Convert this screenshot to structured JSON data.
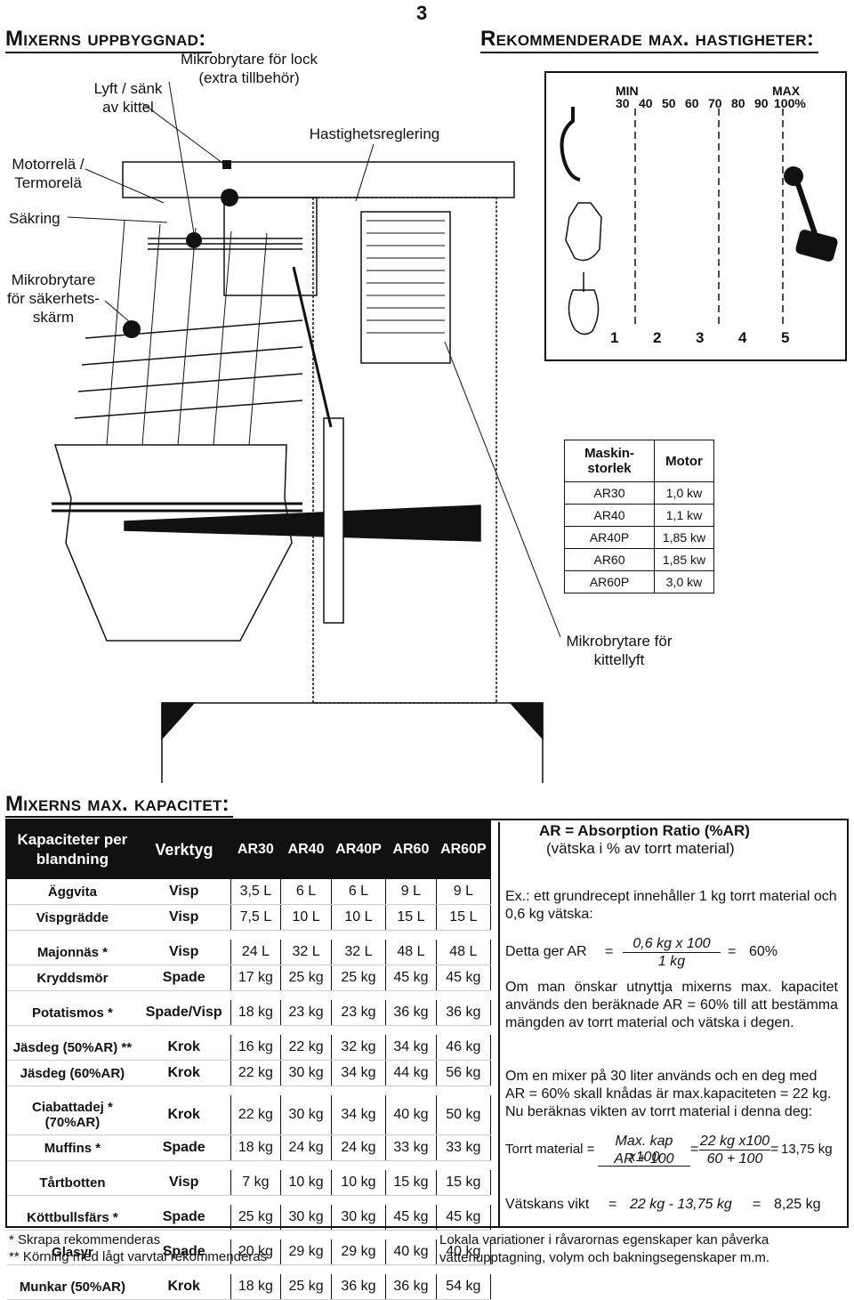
{
  "page_number": "3",
  "left_heading": "Mixerns uppbyggnad:",
  "right_heading": "Rekommenderade max. hastigheter:",
  "labels": {
    "lift": "Lyft / sänk\nav kittel",
    "lid_switch": "Mikrobrytare för lock\n(extra tillbehör)",
    "speed_control": "Hastighetsreglering",
    "motor_relay": "Motorrelä /\nTermorelä",
    "fuse": "Säkring",
    "safety_switch": "Mikrobrytare\nför säkerhets-\nskärm",
    "bowl_lift_switch": "Mikrobrytare för\nkittellyft"
  },
  "speed_chart": {
    "min_label": "MIN",
    "max_label": "MAX",
    "scale": [
      "30",
      "40",
      "50",
      "60",
      "70",
      "80",
      "90",
      "100%"
    ],
    "positions": [
      "1",
      "2",
      "3",
      "4",
      "5"
    ]
  },
  "motor_table": {
    "col1_header": "Maskin-\nstorlek",
    "col2_header": "Motor",
    "rows": [
      [
        "AR30",
        "1,0 kw"
      ],
      [
        "AR40",
        "1,1 kw"
      ],
      [
        "AR40P",
        "1,85 kw"
      ],
      [
        "AR60",
        "1,85 kw"
      ],
      [
        "AR60P",
        "3,0 kw"
      ]
    ]
  },
  "capacity_heading": "Mixerns max. kapacitet:",
  "capacity_table": {
    "headers": [
      "Kapaciteter per\nblandning",
      "Verktyg",
      "AR30",
      "AR40",
      "AR40P",
      "AR60",
      "AR60P"
    ],
    "rows": [
      [
        "Äggvita",
        "Visp",
        "3,5 L",
        "6 L",
        "6 L",
        "9 L",
        "9 L"
      ],
      [
        "Vispgrädde",
        "Visp",
        "7,5 L",
        "10 L",
        "10 L",
        "15 L",
        "15 L"
      ],
      [
        "Majonnäs  *",
        "Visp",
        "24 L",
        "32 L",
        "32 L",
        "48 L",
        "48 L"
      ],
      [
        "Kryddsmör",
        "Spade",
        "17 kg",
        "25 kg",
        "25 kg",
        "45 kg",
        "45 kg"
      ],
      [
        "Potatismos *",
        "Spade/Visp",
        "18 kg",
        "23 kg",
        "23 kg",
        "36 kg",
        "36 kg"
      ],
      [
        "Jäsdeg (50%AR) **",
        "Krok",
        "16 kg",
        "22 kg",
        "32 kg",
        "34 kg",
        "46 kg"
      ],
      [
        "Jäsdeg (60%AR)",
        "Krok",
        "22 kg",
        "30 kg",
        "34 kg",
        "44 kg",
        "56 kg"
      ],
      [
        "Ciabattadej *\n(70%AR)",
        "Krok",
        "22 kg",
        "30 kg",
        "34 kg",
        "40 kg",
        "50 kg"
      ],
      [
        "Muffins *",
        "Spade",
        "18 kg",
        "24 kg",
        "24 kg",
        "33 kg",
        "33 kg"
      ],
      [
        "Tårtbotten",
        "Visp",
        "7 kg",
        "10 kg",
        "10 kg",
        "15 kg",
        "15 kg"
      ],
      [
        "Köttbullsfärs *",
        "Spade",
        "25 kg",
        "30 kg",
        "30 kg",
        "45 kg",
        "45 kg"
      ],
      [
        "Glasyr",
        "Spade",
        "20 kg",
        "29 kg",
        "29 kg",
        "40 kg",
        "40 kg"
      ],
      [
        "Munkar (50%AR)",
        "Krok",
        "18 kg",
        "25 kg",
        "36 kg",
        "36 kg",
        "54 kg"
      ]
    ]
  },
  "ar_box": {
    "title": "AR = Absorption Ratio (%AR)",
    "subtitle": "(vätska i % av torrt material)",
    "example": "Ex.: ett grundrecept innehåller 1 kg torrt material och 0,6 kg vätska:",
    "gives_label": "Detta ger AR",
    "eq1": "=",
    "frac1_num": "0,6 kg  x 100",
    "frac1_den": "1 kg",
    "eq2": "=",
    "result1": "60%",
    "para1": "Om man önskar utnyttja mixerns max. kapacitet används den beräknade AR = 60% till att bestämma mängden av torrt material och vätska i degen.",
    "para2": "Om en mixer på 30 liter används och en deg med AR = 60% skall knådas är max.kapaciteten = 22 kg. Nu beräknas vikten av torrt material i denna deg:",
    "dry_label": "Torrt material =",
    "frac2_num": "Max. kap x100",
    "frac2_den": "AR + 100",
    "eq3": "=",
    "frac3_num": "22 kg x100",
    "frac3_den": "60 + 100",
    "eq4": "=",
    "result2": "13,75 kg",
    "liquid_label": "Vätskans vikt",
    "eq5": "=",
    "liquid_calc": "22 kg - 13,75 kg",
    "eq6": "=",
    "result3": "8,25 kg"
  },
  "footnotes": {
    "f1": "* Skrapa rekommenderas",
    "f2": "** Körning med lågt varvtal rekommenderas",
    "local": "Lokala variationer i råvarornas egenskaper kan påverka vattenupptagning, volym och bakningsegenskaper m.m."
  }
}
